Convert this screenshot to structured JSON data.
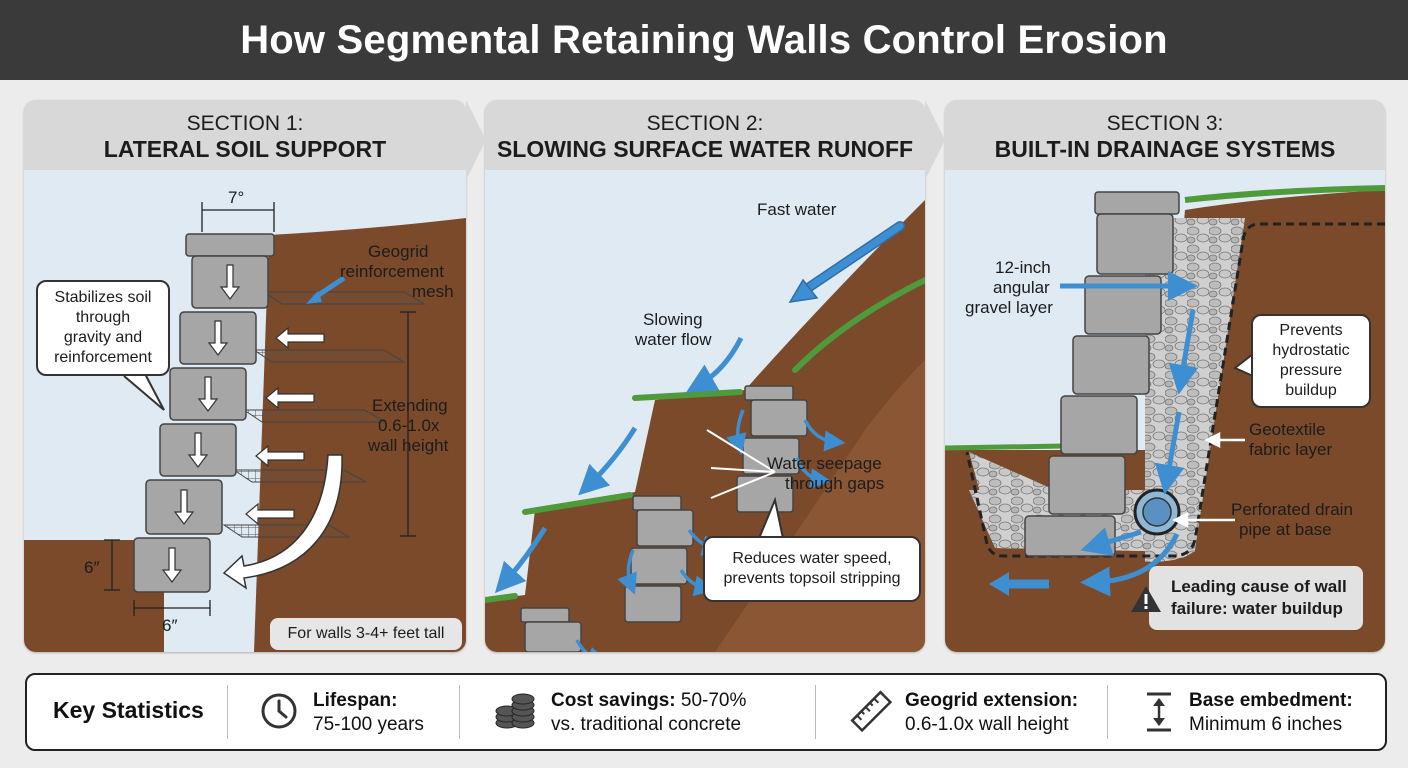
{
  "title": "How Segmental Retaining Walls Control Erosion",
  "sections": [
    {
      "number": "SECTION 1:",
      "title": "LATERAL SOIL SUPPORT",
      "labels": {
        "angle": "7°",
        "geogrid_1": "Geogrid",
        "geogrid_2": "reinforcement",
        "geogrid_3": "mesh",
        "extending_1": "Extending",
        "extending_2": "0.6-1.0x",
        "extending_3": "wall height",
        "depth": "6″",
        "width": "6″"
      },
      "callout": [
        "Stabilizes soil",
        "through",
        "gravity and",
        "reinforcement"
      ],
      "note": "For walls 3-4+ feet tall"
    },
    {
      "number": "SECTION 2:",
      "title": "SLOWING SURFACE WATER RUNOFF",
      "labels": {
        "fast": "Fast water",
        "slowing_1": "Slowing",
        "slowing_2": "water flow",
        "seepage_1": "Water seepage",
        "seepage_2": "through gaps"
      },
      "callout": [
        "Reduces water speed,",
        "prevents topsoil stripping"
      ]
    },
    {
      "number": "SECTION 3:",
      "title": "BUILT-IN DRAINAGE SYSTEMS",
      "labels": {
        "gravel_1": "12-inch",
        "gravel_2": "angular",
        "gravel_3": "gravel layer",
        "geotextile_1": "Geotextile",
        "geotextile_2": "fabric layer",
        "pipe_1": "Perforated drain",
        "pipe_2": "pipe at base"
      },
      "callout": [
        "Prevents",
        "hydrostatic",
        "pressure",
        "buildup"
      ],
      "warning": [
        "Leading cause of wall",
        "failure: water buildup"
      ]
    }
  ],
  "stats": {
    "heading": "Key Statistics",
    "items": [
      {
        "icon": "clock-icon",
        "label": "Lifespan:",
        "value": "75-100 years",
        "inline": ""
      },
      {
        "icon": "coins-icon",
        "label": "Cost savings:",
        "inline": " 50-70%",
        "value": "vs. traditional concrete"
      },
      {
        "icon": "ruler-icon",
        "label": "Geogrid extension:",
        "inline": "",
        "value": "0.6-1.0x wall height"
      },
      {
        "icon": "depth-icon",
        "label": "Base embedment:",
        "inline": "",
        "value": "Minimum 6 inches"
      }
    ]
  },
  "colors": {
    "title_bar": "#3a3a3a",
    "soil": "#7a4a2a",
    "sky": "#dfeaf2",
    "grass": "#4f9a3a",
    "water_arrow": "#3e8fd1",
    "block": "#a6a6a6",
    "panel_header": "#d8d8d8"
  }
}
